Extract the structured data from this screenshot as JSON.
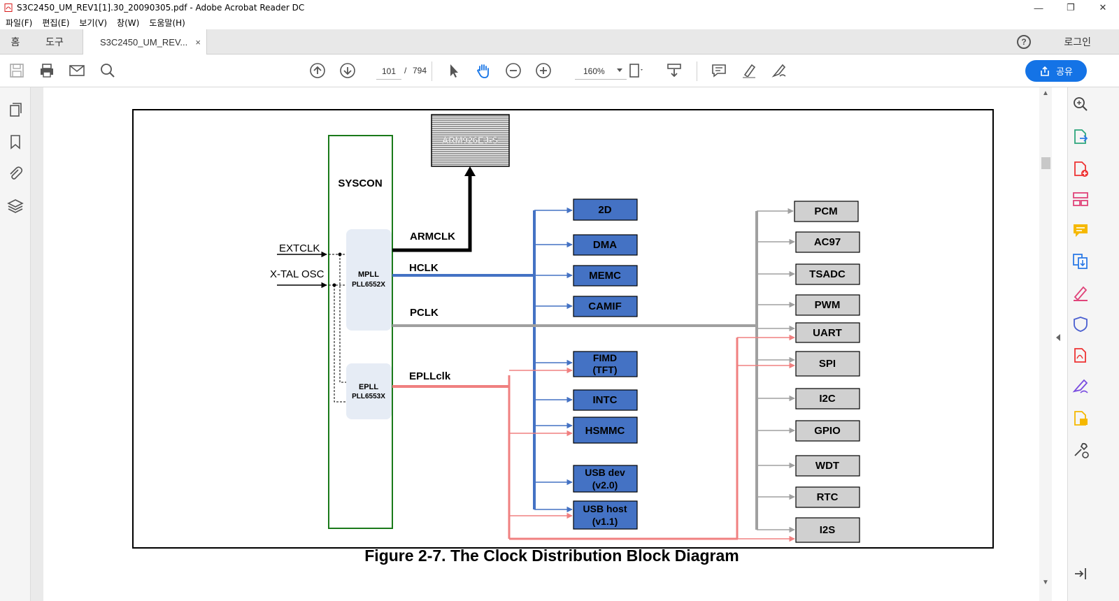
{
  "window": {
    "title": "S3C2450_UM_REV1[1].30_20090305.pdf - Adobe Acrobat Reader DC",
    "minimize": "—",
    "maximize": "❐",
    "close": "✕"
  },
  "menu": [
    "파일(F)",
    "편집(E)",
    "보기(V)",
    "창(W)",
    "도움말(H)"
  ],
  "tabs": {
    "home": "홈",
    "tools": "도구",
    "document": "S3C2450_UM_REV...",
    "close": "×",
    "help": "?",
    "login": "로그인"
  },
  "toolbar": {
    "page_current": "101",
    "page_separator": "/",
    "page_total": "794",
    "zoom": "160%",
    "share_label": "공유"
  },
  "diagram": {
    "arm_box": "ARM926EJ-S",
    "syscon": "SYSCON",
    "mpll": [
      "MPLL",
      "PLL6552X"
    ],
    "epll": [
      "EPLL",
      "PLL6553X"
    ],
    "inputs": [
      "EXTCLK",
      "X-TAL OSC"
    ],
    "clocks": [
      "ARMCLK",
      "HCLK",
      "PCLK",
      "EPLLclk"
    ],
    "hclk_blocks": [
      [
        "2D"
      ],
      [
        "DMA"
      ],
      [
        "MEMC"
      ],
      [
        "CAMIF"
      ],
      [
        "FIMD",
        "(TFT)"
      ],
      [
        "INTC"
      ],
      [
        "HSMMC"
      ],
      [
        "USB dev",
        "(v2.0)"
      ],
      [
        "USB host",
        "(v1.1)"
      ]
    ],
    "pclk_blocks": [
      "PCM",
      "AC97",
      "TSADC",
      "PWM",
      "UART",
      "SPI",
      "I2C",
      "GPIO",
      "WDT",
      "RTC",
      "I2S"
    ],
    "caption": "Figure 2-7. The Clock Distribution Block Diagram"
  },
  "colors": {
    "hclk": "#4472c4",
    "pclk": "#a0a0a0",
    "epll": "#f08080",
    "blue_block": "#4472c4",
    "grey_block": "#d0d0d0",
    "syscon_border": "#1a7a1a",
    "pll_fill": "#e6ecf5",
    "share_button": "#1473e6"
  },
  "icons": {
    "toolbar": [
      "save-icon",
      "print-icon",
      "email-icon",
      "search-icon",
      "page-up-icon",
      "page-down-icon",
      "select-icon",
      "hand-icon",
      "zoom-out-icon",
      "zoom-in-icon",
      "fit-page-icon",
      "scroll-mode-icon",
      "comment-icon",
      "highlight-icon",
      "sign-icon",
      "share-icon"
    ],
    "left_rail": [
      "pages-icon",
      "bookmark-icon",
      "attachment-icon",
      "layers-icon"
    ],
    "right_rail": [
      "zoom-search-icon",
      "export-pdf-icon",
      "create-pdf-icon",
      "organize-pages-icon",
      "comment-icon",
      "combine-files-icon",
      "fill-sign-icon",
      "protect-icon",
      "pdf-icon",
      "edit-sign-icon",
      "send-review-icon",
      "more-tools-icon",
      "collapse-panel-icon"
    ]
  }
}
